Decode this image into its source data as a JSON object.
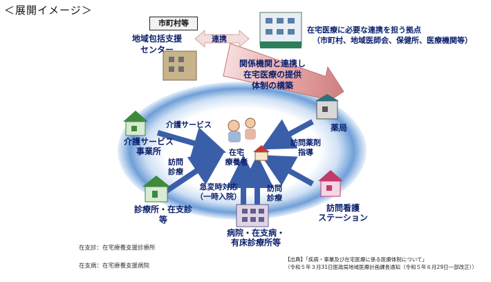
{
  "title": "＜展開イメージ＞",
  "municipality_box": "市町村等",
  "community_center": [
    "地域包括支援",
    "センター"
  ],
  "renkei_label": "連携",
  "hub": {
    "line1": "在宅医療に必要な連携を担う拠点",
    "line2": "（市町村、地域医師会、保健所、医療機関等）"
  },
  "ribbon": [
    "関係機関と連携し",
    "在宅医療の提供",
    "体制の構築"
  ],
  "patient": [
    "在宅",
    "療養者"
  ],
  "care_service_label": "介護サービス",
  "care_office": [
    "介護サービス",
    "事業所"
  ],
  "home_visit_care": [
    "訪問",
    "診療"
  ],
  "emergency": [
    "急変時対応",
    "（一時入院）"
  ],
  "home_visit_care2": [
    "訪問",
    "診療"
  ],
  "clinic": [
    "診療所・在支診",
    "等"
  ],
  "pharmacy": "薬局",
  "home_pharma": [
    "訪問薬剤",
    "指導"
  ],
  "nursing_station": [
    "訪問看護",
    "ステーション"
  ],
  "hospital": [
    "病院・在支病・",
    "有床診療所等"
  ],
  "notes": [
    "在支診：在宅療養支援診療所",
    "在支病：在宅療養支援病院"
  ],
  "source": {
    "line1": "【出典】「疾病・事業及び在宅医療に係る医療体制について」",
    "line2": "（令和５年３月31日医政局地域医療計画課長通知（令和５年６月29日一部改正））"
  },
  "colors": {
    "navy": "#0a1f6b",
    "ring_outer": "#e8f1fb",
    "ring_inner": "#6f9fd8",
    "arrow": "#3a5ea8",
    "ribbon": "#d48a8a"
  }
}
